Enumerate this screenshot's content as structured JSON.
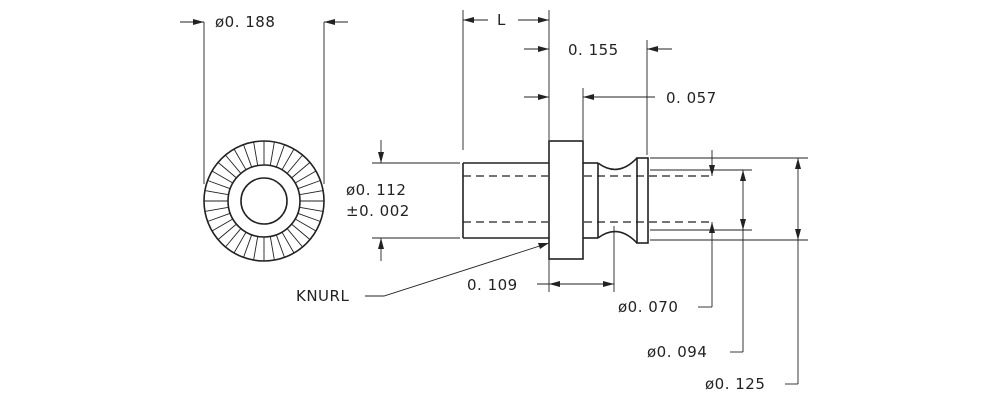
{
  "labels": {
    "dia_head": "ø0. 188",
    "length": "L",
    "d_155": "0. 155",
    "d_057": "0. 057",
    "dia_shank": "ø0. 112",
    "tol_shank": "±0. 002",
    "knurl": "KNURL",
    "d_109": "0. 109",
    "dia_070": "ø0. 070",
    "dia_094": "ø0. 094",
    "dia_125": "ø0. 125"
  }
}
